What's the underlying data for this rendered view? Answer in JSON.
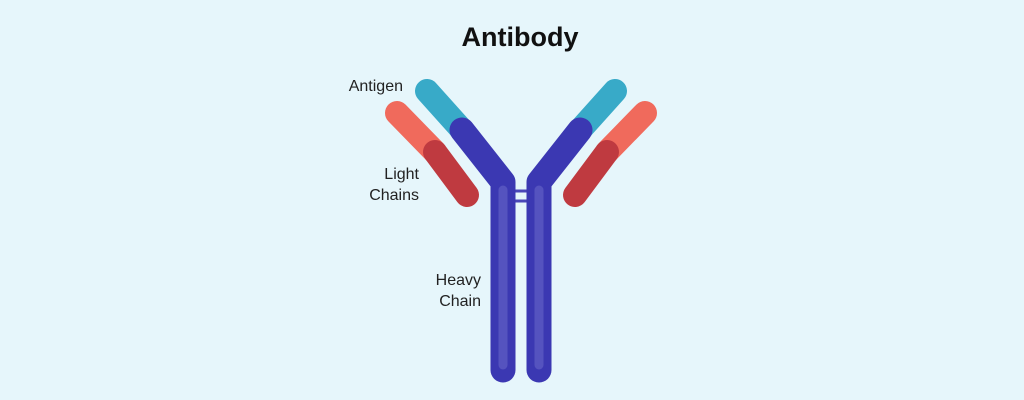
{
  "title": "Antibody",
  "labels": {
    "antigen": "Antigen",
    "light_chains_1": "Light",
    "light_chains_2": "Chains",
    "heavy_chain_1": "Heavy",
    "heavy_chain_2": "Chain"
  },
  "colors": {
    "background": "#e6f6fb",
    "heavy_chain": "#3a36b0",
    "antigen": "#36a9c8",
    "light_chain_outer": "#f0685a",
    "light_chain_inner": "#c0363c"
  }
}
